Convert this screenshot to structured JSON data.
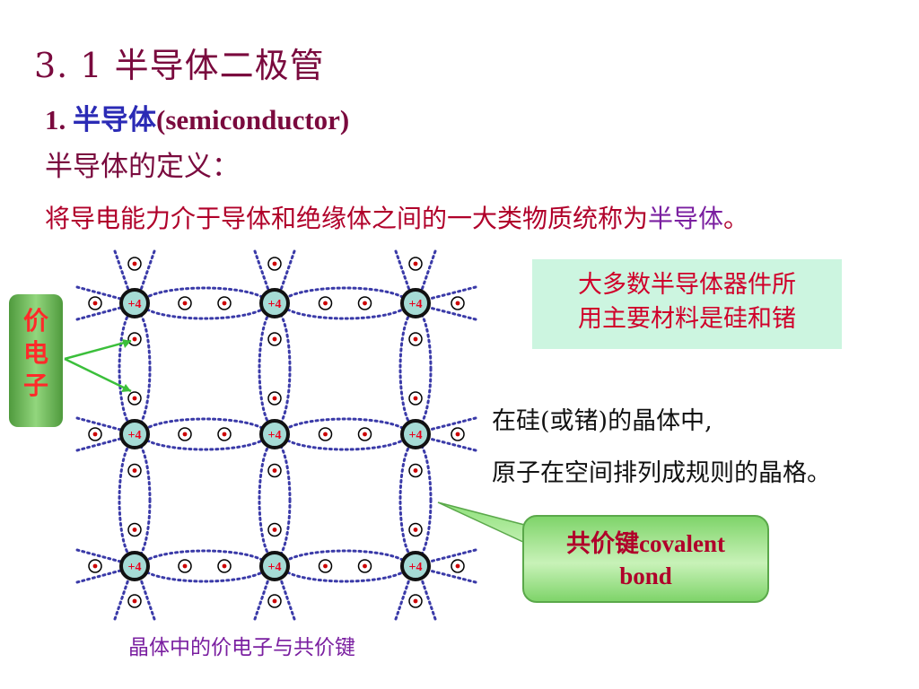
{
  "slide": {
    "title": "3. 1  半导体二极管",
    "subtitle": {
      "number": "1. ",
      "chinese": "半导体",
      "english": "(semiconductor)"
    },
    "definition_heading": "半导体的定义：",
    "definition_text": "将导电能力介于导体和绝缘体之间的一大类物质统称为",
    "definition_highlight": "半导体",
    "definition_end": "。",
    "info_box": {
      "line1": "大多数半导体器件所",
      "line2": "用主要材料是硅和锗"
    },
    "crystal_line1": "在硅(或锗)的晶体中,",
    "crystal_line2": "原子在空间排列成规则的晶格。",
    "valence_label": [
      "价",
      "电",
      "子"
    ],
    "bond_label": {
      "line1": "共价键covalent",
      "line2": "bond"
    },
    "caption": "晶体中的价电子与共价键"
  },
  "diagram": {
    "atom_charge": "+4",
    "atom_rows": 3,
    "atom_cols": 3,
    "colors": {
      "bond_dash": "#3a3aa8",
      "electron": "#cc0000",
      "atom_fill": "#a6dbd5",
      "atom_ring": "#111111",
      "charge_text": "#e8001c",
      "valence_arrow": "#3bbf3b"
    }
  }
}
